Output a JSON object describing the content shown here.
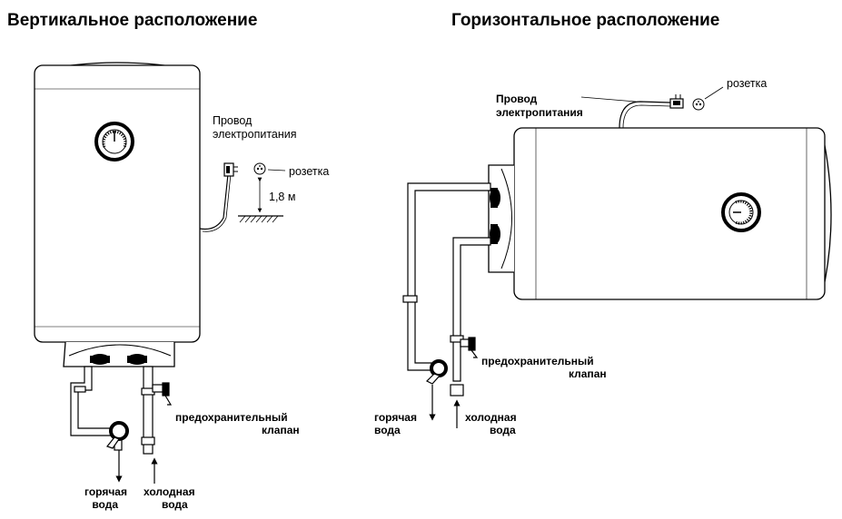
{
  "vertical": {
    "title": "Вертикальное расположение",
    "cable_label_1": "Провод",
    "cable_label_2": "электропитания",
    "socket_label": "розетка",
    "height_label": "1,8 м",
    "valve_label_1": "предохранительный",
    "valve_label_2": "клапан",
    "hot_label_1": "горячая",
    "hot_label_2": "вода",
    "cold_label_1": "холодная",
    "cold_label_2": "вода"
  },
  "horizontal": {
    "title": "Горизонтальное расположение",
    "cable_label_1": "Провод",
    "cable_label_2": "электропитания",
    "socket_label": "розетка",
    "valve_label_1": "предохранительный",
    "valve_label_2": "клапан",
    "hot_label_1": "горячая",
    "hot_label_2": "вода",
    "cold_label_1": "холодная",
    "cold_label_2": "вода"
  }
}
